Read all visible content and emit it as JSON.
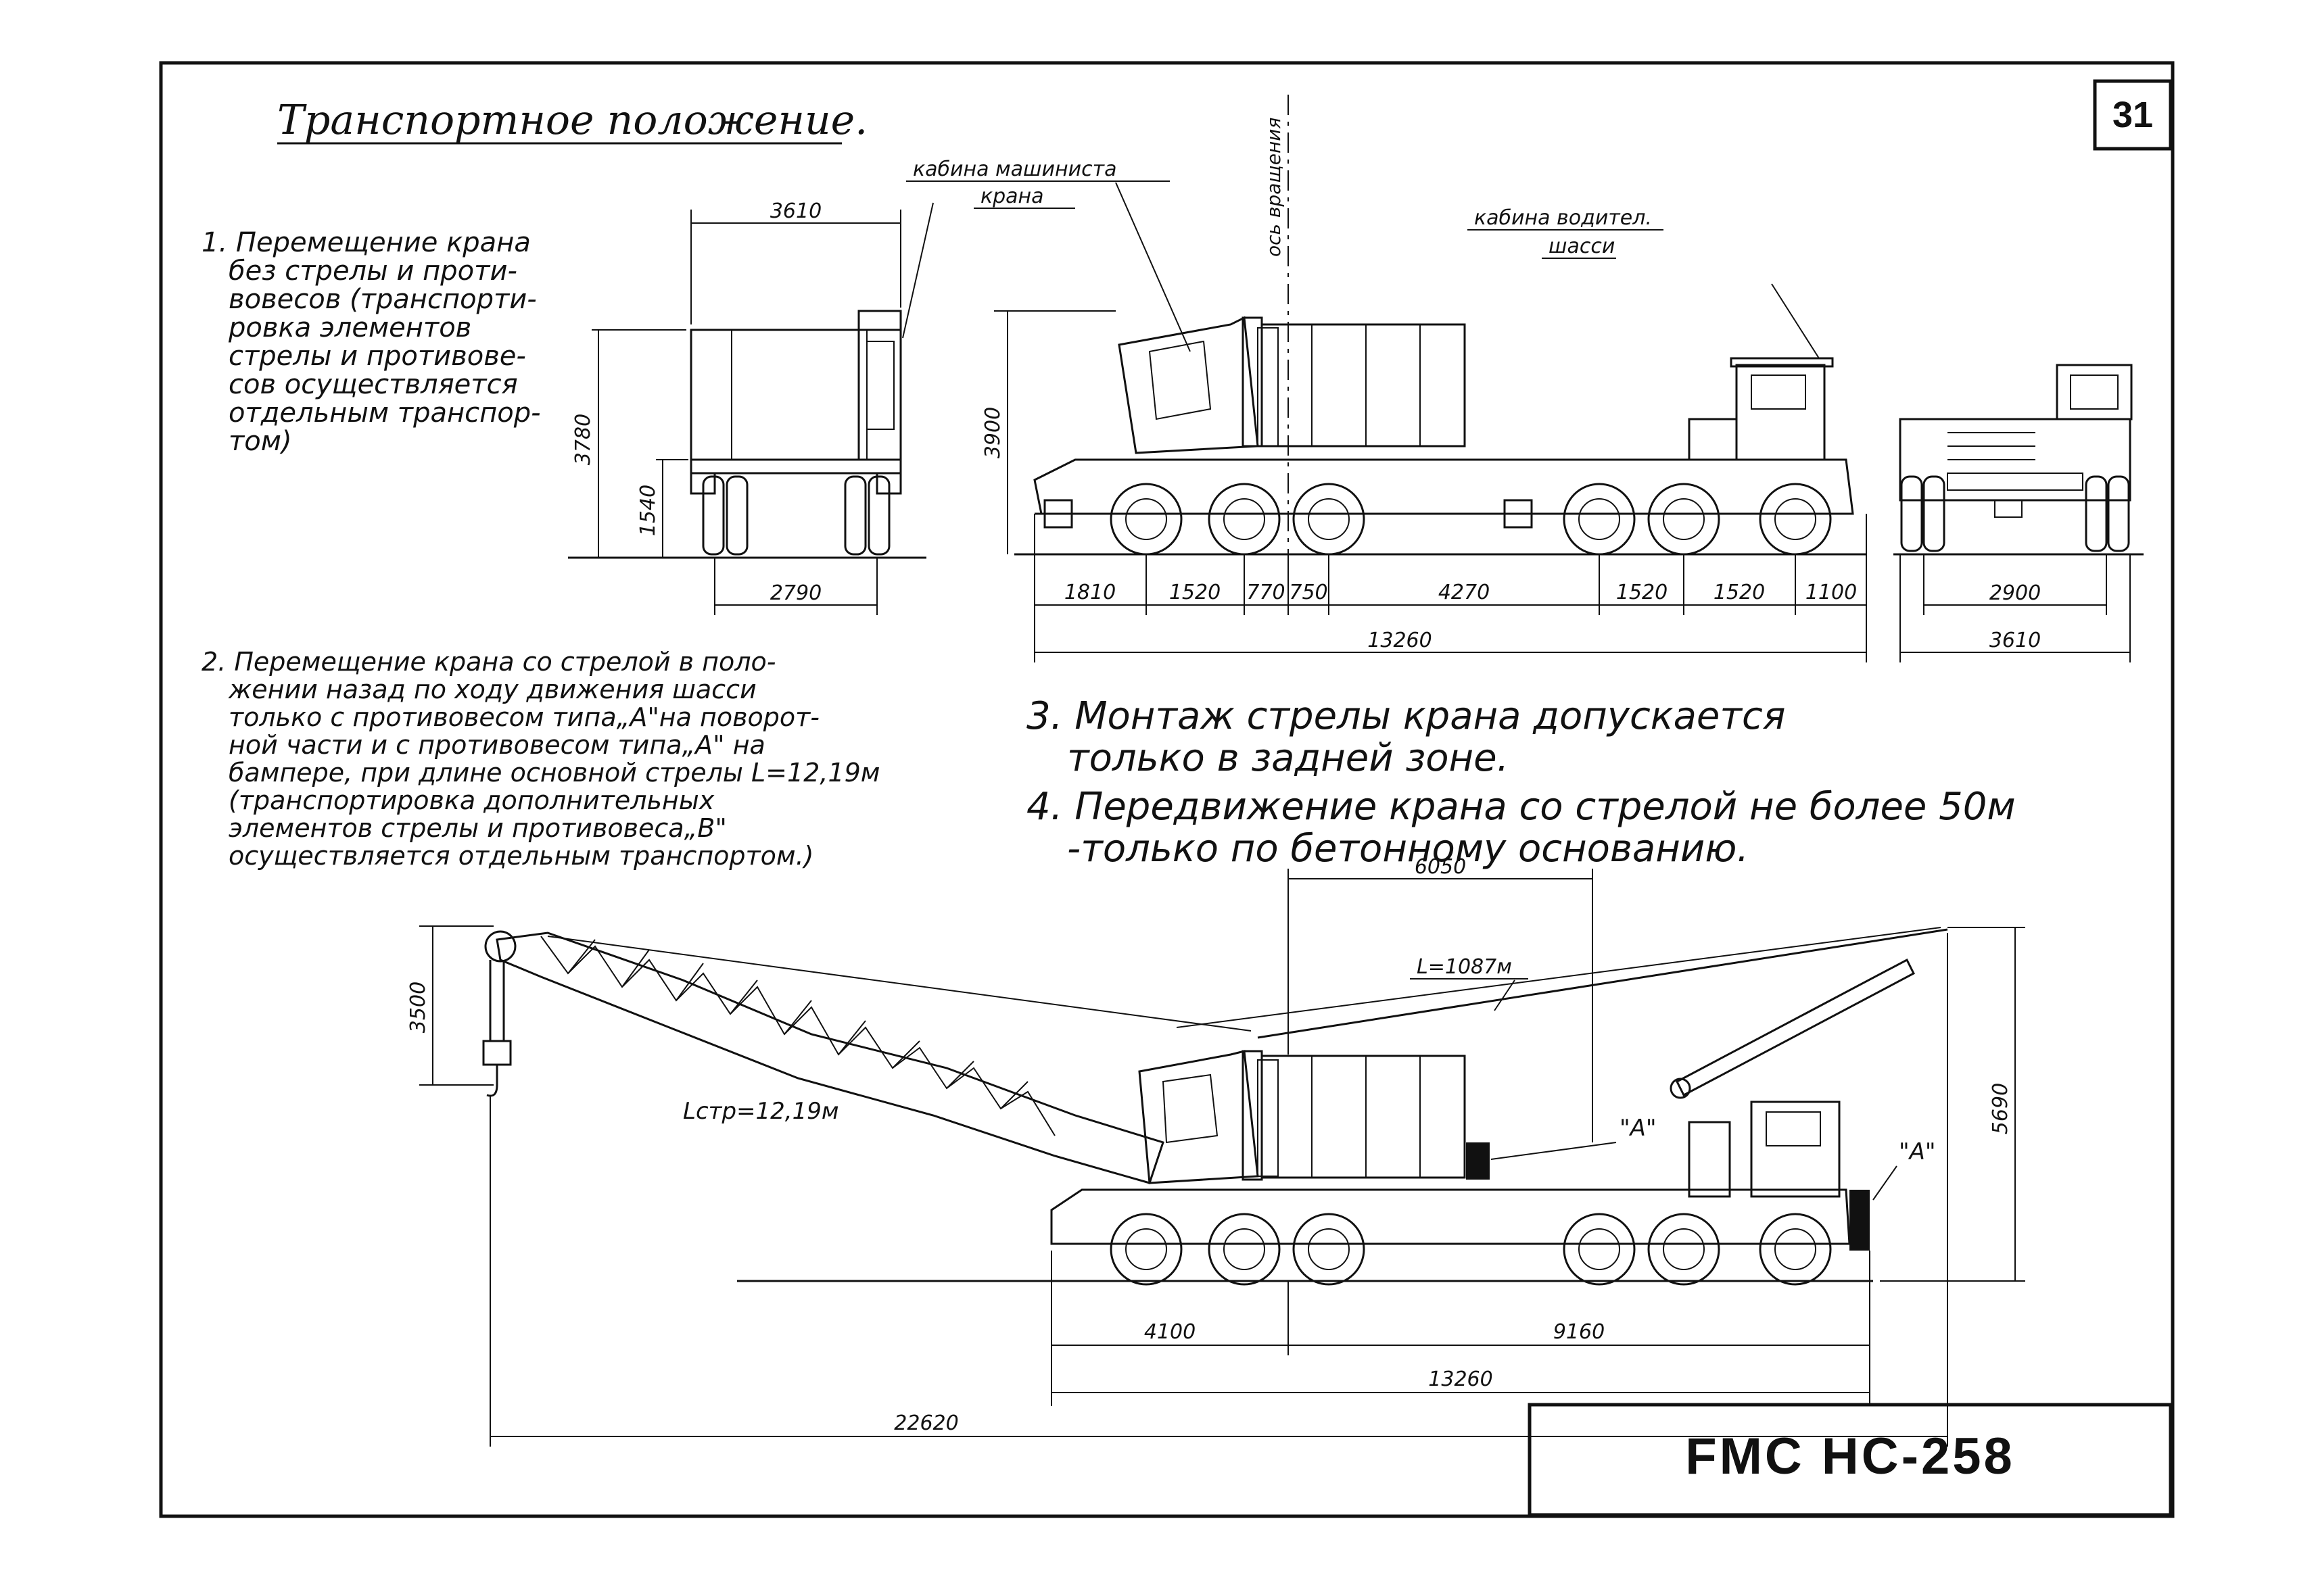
{
  "sheet": {
    "number": "31",
    "title": "Транспортное положение.",
    "stamp": "FMC HC-258"
  },
  "labels": {
    "cabin_operator": [
      "кабина машиниста",
      "крана"
    ],
    "cabin_driver": [
      "кабина водител.",
      "шасси"
    ],
    "axis_rotation": "ось вращения",
    "boom_length": "Lстр=12,19м",
    "pendant_length": "L=1087м",
    "mark_a": "\"A\""
  },
  "notes": {
    "note1": [
      "1. Перемещение крана",
      "без стрелы и проти-",
      "вовесов (транспорти-",
      "ровка элементов",
      "стрелы и противове-",
      "сов осуществляется",
      "отдельным транспор-",
      "том)"
    ],
    "note2": [
      "2. Перемещение крана со стрелой в поло-",
      "жении назад по ходу движения шасси",
      "только с противовесом типа„A\"на поворот-",
      "ной части и с противовесом типа„A\" на",
      "бампере, при длине основной стрелы L=12,19м",
      "(транспортировка дополнительных",
      "элементов стрелы и противовеса„B\"",
      "осуществляется отдельным транспортом.)"
    ],
    "note3": [
      "3. Монтаж стрелы крана допускается",
      "только в задней зоне."
    ],
    "note4": [
      "4. Передвижение крана со стрелой не более 50м",
      "-только по бетонному основанию."
    ]
  },
  "dimensions": {
    "front_view": {
      "width_top": "3610",
      "height_total": "3780",
      "height_deck": "1540",
      "track": "2790"
    },
    "side_view": {
      "height": "3900",
      "segments": [
        "1810",
        "1520",
        "770",
        "750",
        "4270",
        "1520",
        "1520",
        "1100"
      ],
      "total": "13260"
    },
    "rear_view": {
      "track": "2900",
      "width": "3610"
    },
    "boom_view": {
      "hook_height": "3500",
      "top_span": "6050",
      "height": "5690",
      "front": "4100",
      "rear": "9160",
      "chassis": "13260",
      "overall": "22620"
    }
  }
}
